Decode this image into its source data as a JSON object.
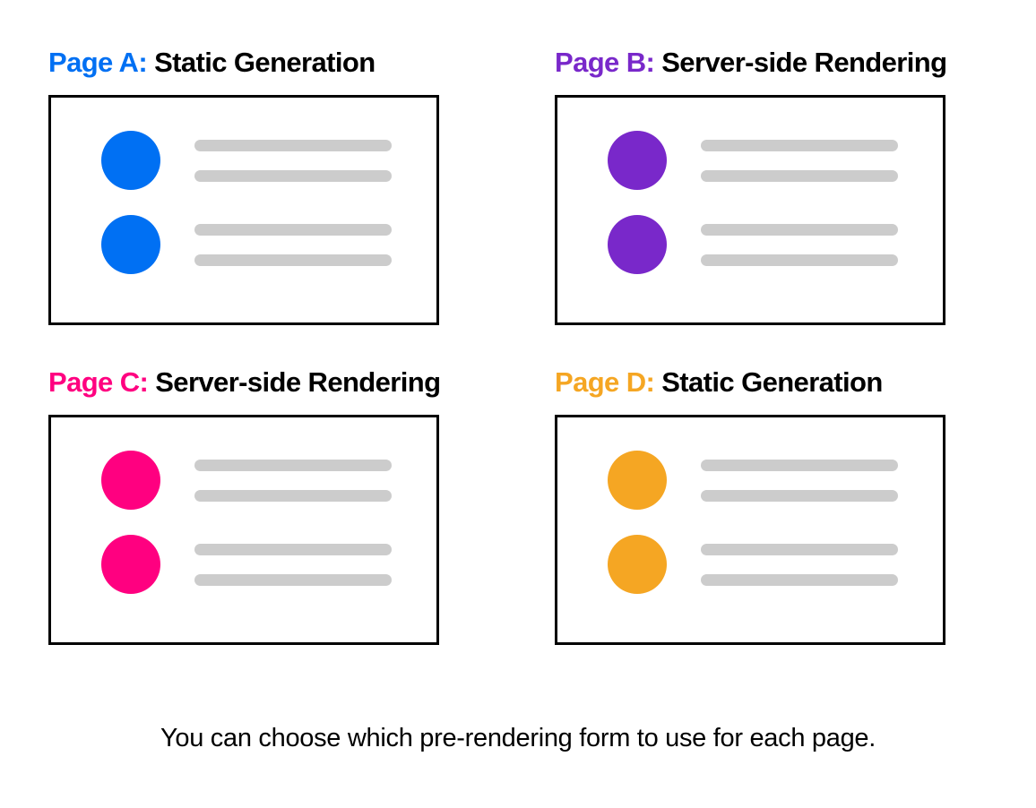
{
  "figure": {
    "caption": "You can choose which pre-rendering form to use for each page.",
    "palette": {
      "blue": "#0070f3",
      "purple": "#7928ca",
      "pink": "#ff0080",
      "orange": "#f5a623",
      "bar_gray": "#cccccc",
      "border_black": "#000000",
      "card_background": "#ffffff",
      "text_black": "#000000"
    },
    "panels": [
      {
        "page_label": "Page A:",
        "mode_label": "Static Generation",
        "accent_color": "#0070f3",
        "accent_name": "blue",
        "card": {
          "rows": [
            {
              "avatar_color": "#0070f3",
              "lines": 2
            },
            {
              "avatar_color": "#0070f3",
              "lines": 2
            }
          ]
        }
      },
      {
        "page_label": "Page B:",
        "mode_label": "Server-side Rendering",
        "accent_color": "#7928ca",
        "accent_name": "purple",
        "card": {
          "rows": [
            {
              "avatar_color": "#7928ca",
              "lines": 2
            },
            {
              "avatar_color": "#7928ca",
              "lines": 2
            }
          ]
        }
      },
      {
        "page_label": "Page C:",
        "mode_label": "Server-side Rendering",
        "accent_color": "#ff0080",
        "accent_name": "pink",
        "card": {
          "rows": [
            {
              "avatar_color": "#ff0080",
              "lines": 2
            },
            {
              "avatar_color": "#ff0080",
              "lines": 2
            }
          ]
        }
      },
      {
        "page_label": "Page D:",
        "mode_label": "Static Generation",
        "accent_color": "#f5a623",
        "accent_name": "orange",
        "card": {
          "rows": [
            {
              "avatar_color": "#f5a623",
              "lines": 2
            },
            {
              "avatar_color": "#f5a623",
              "lines": 2
            }
          ]
        }
      }
    ]
  }
}
